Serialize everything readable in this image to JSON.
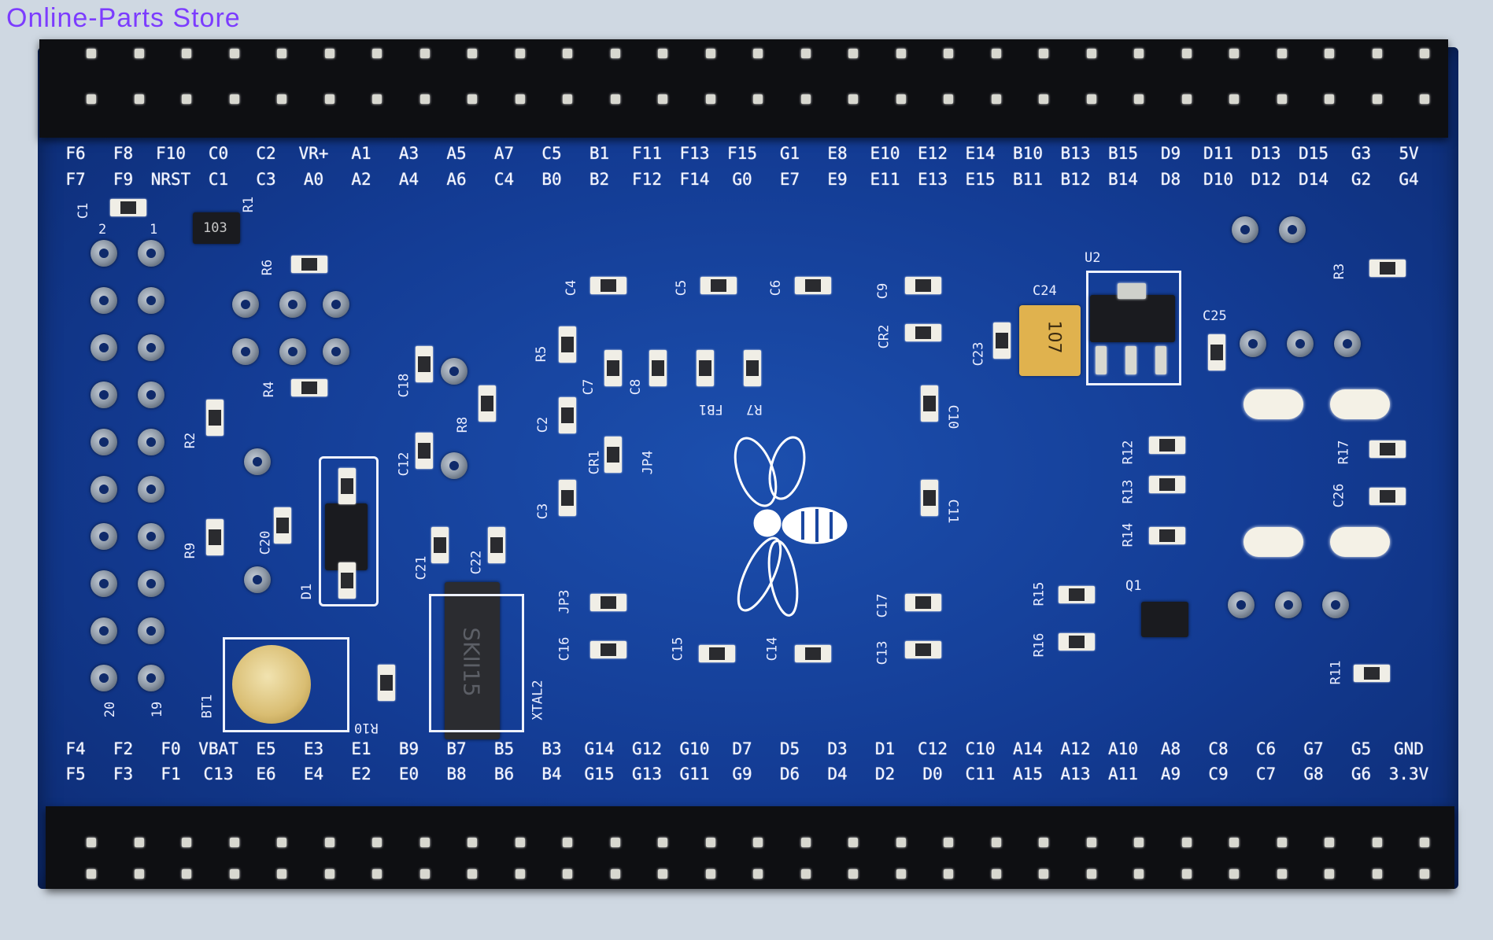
{
  "watermark": "Online-Parts Store",
  "top_labels_row1": [
    "F6",
    "F8",
    "F10",
    "C0",
    "C2",
    "VR+",
    "A1",
    "A3",
    "A5",
    "A7",
    "C5",
    "B1",
    "F11",
    "F13",
    "F15",
    "G1",
    "E8",
    "E10",
    "E12",
    "E14",
    "B10",
    "B13",
    "B15",
    "D9",
    "D11",
    "D13",
    "D15",
    "G3",
    "5V"
  ],
  "top_labels_row2": [
    "F7",
    "F9",
    "NRST",
    "C1",
    "C3",
    "A0",
    "A2",
    "A4",
    "A6",
    "C4",
    "B0",
    "B2",
    "F12",
    "F14",
    "G0",
    "E7",
    "E9",
    "E11",
    "E13",
    "E15",
    "B11",
    "B12",
    "B14",
    "D8",
    "D10",
    "D12",
    "D14",
    "G2",
    "G4"
  ],
  "bottom_labels_row1": [
    "F4",
    "F2",
    "F0",
    "VBAT",
    "E5",
    "E3",
    "E1",
    "B9",
    "B7",
    "B5",
    "B3",
    "G14",
    "G12",
    "G10",
    "D7",
    "D5",
    "D3",
    "D1",
    "C12",
    "C10",
    "A14",
    "A12",
    "A10",
    "A8",
    "C8",
    "C6",
    "G7",
    "G5",
    "GND"
  ],
  "bottom_labels_row2": [
    "F5",
    "F3",
    "F1",
    "C13",
    "E6",
    "E4",
    "E2",
    "E0",
    "B8",
    "B6",
    "B4",
    "G15",
    "G13",
    "G11",
    "G9",
    "D6",
    "D4",
    "D2",
    "D0",
    "C11",
    "A15",
    "A13",
    "A11",
    "A9",
    "C9",
    "C7",
    "G8",
    "G6",
    "3.3V"
  ],
  "components": {
    "u2": "U2",
    "c24": "C24",
    "c25": "C25",
    "c23": "C23",
    "cr2": "CR2",
    "c9": "C9",
    "c4": "C4",
    "c5": "C5",
    "c6": "C6",
    "r5": "R5",
    "c7": "C7",
    "c8": "C8",
    "fb1": "FB1",
    "r7": "R7",
    "c2": "C2",
    "cr1": "CR1",
    "jp4": "JP4",
    "c3": "C3",
    "c10": "C10",
    "c11": "C11",
    "c1": "C1",
    "r1": "R1",
    "r6": "R6",
    "r4": "R4",
    "c18": "C18",
    "r8": "R8",
    "c12": "C12",
    "r2": "R2",
    "r9": "R9",
    "c20": "C20",
    "d1": "D1",
    "c21": "C21",
    "c22": "C22",
    "jp3": "JP3",
    "c16": "C16",
    "c15": "C15",
    "c14": "C14",
    "c17": "C17",
    "c13": "C13",
    "r12": "R12",
    "r13": "R13",
    "r14": "R14",
    "r15": "R15",
    "r16": "R16",
    "q1": "Q1",
    "r3": "R3",
    "r17": "R17",
    "c26": "C26",
    "r11": "R11",
    "bt1": "BT1",
    "r10": "R10",
    "xtal2": "XTAL2",
    "crystal_marking": "SKII15",
    "cap_marking": "107",
    "ic_marking": "103",
    "pin2": "2",
    "pin1": "1",
    "pin20": "20",
    "pin19": "19"
  }
}
